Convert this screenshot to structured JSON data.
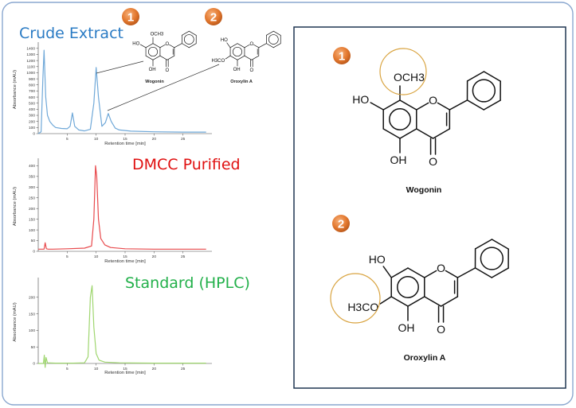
{
  "headings": {
    "crude": "Crude Extract",
    "dmcc": "DMCC Purified",
    "standard": "Standard (HPLC)"
  },
  "badges": {
    "one": "1",
    "two": "2"
  },
  "compounds": {
    "wogonin": "Wogonin",
    "oroxylin": "Oroxylin A"
  },
  "groups": {
    "OCH3": "OCH3",
    "H3CO": "H3CO",
    "OH": "OH",
    "HO": "HO",
    "O": "O"
  },
  "chart_data": [
    {
      "type": "line",
      "name": "crude-extract-chromatogram",
      "xlabel": "Retention time [min]",
      "ylabel": "Absorbance (mAU)",
      "xlim": [
        0,
        30
      ],
      "ylim": [
        0,
        1450
      ],
      "xticks": [
        5,
        10,
        15,
        20,
        25
      ],
      "yticks": [
        0,
        100,
        200,
        300,
        400,
        500,
        600,
        700,
        800,
        900,
        1000,
        1100,
        1200,
        1300,
        1400
      ],
      "color": "#6fa8d8",
      "x": [
        0,
        0.5,
        0.8,
        1.0,
        1.3,
        1.6,
        2.0,
        2.5,
        3,
        4,
        5,
        5.5,
        5.9,
        6.3,
        7,
        8,
        9,
        9.6,
        10.0,
        10.4,
        11,
        11.6,
        12.1,
        12.6,
        13.3,
        14,
        16,
        20,
        25,
        29
      ],
      "y": [
        0,
        30,
        900,
        1370,
        600,
        300,
        200,
        140,
        100,
        85,
        80,
        120,
        340,
        120,
        60,
        45,
        70,
        500,
        1085,
        600,
        120,
        180,
        330,
        200,
        90,
        60,
        40,
        30,
        25,
        25
      ]
    },
    {
      "type": "line",
      "name": "dmcc-purified-chromatogram",
      "xlabel": "Retention time [min]",
      "ylabel": "Absorbance (mAU)",
      "xlim": [
        0,
        30
      ],
      "ylim": [
        0,
        420
      ],
      "xticks": [
        5,
        10,
        15,
        20,
        25
      ],
      "yticks": [
        0,
        50,
        100,
        150,
        200,
        250,
        300,
        350,
        400
      ],
      "color": "#e8494c",
      "x": [
        0,
        1.0,
        1.2,
        1.4,
        1.7,
        2.5,
        5,
        8,
        9.2,
        9.6,
        9.9,
        10.1,
        10.4,
        10.8,
        11.5,
        12.5,
        15,
        20,
        25,
        29
      ],
      "y": [
        10,
        10,
        40,
        12,
        10,
        10,
        12,
        15,
        25,
        150,
        400,
        350,
        150,
        60,
        30,
        18,
        12,
        10,
        10,
        10
      ]
    },
    {
      "type": "line",
      "name": "standard-hplc-chromatogram",
      "xlabel": "Retention time [min]",
      "ylabel": "Absorbance (mAU)",
      "xlim": [
        0,
        30
      ],
      "ylim": [
        0,
        250
      ],
      "xticks": [
        5,
        10,
        15,
        20,
        25
      ],
      "yticks": [
        0,
        50,
        100,
        150,
        200
      ],
      "color": "#9fd66f",
      "x": [
        0,
        0.9,
        1.05,
        1.2,
        1.35,
        1.6,
        3,
        6,
        8,
        8.6,
        9.0,
        9.3,
        9.6,
        10.0,
        10.5,
        11.5,
        14,
        20,
        29
      ],
      "y": [
        0,
        0,
        25,
        -12,
        18,
        2,
        1,
        1,
        2,
        20,
        200,
        235,
        110,
        30,
        10,
        4,
        2,
        1,
        1
      ]
    }
  ]
}
